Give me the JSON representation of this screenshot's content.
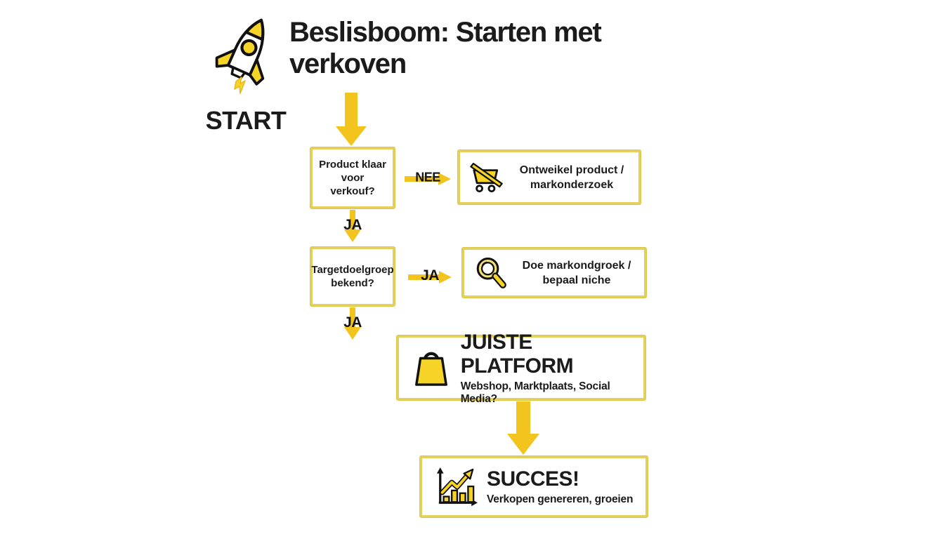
{
  "colors": {
    "background": "#ffffff",
    "accent_gold": "#f2c41d",
    "box_border": "#e4d05a",
    "icon_yellow": "#f5d327",
    "text_black": "#1b1b1b"
  },
  "header": {
    "title_line1": "Beslisboom: Starten met",
    "title_line2": "verkoven",
    "start_label": "START",
    "icon": "rocket-icon"
  },
  "flow": {
    "decision1": {
      "lines": [
        "Product klaar",
        "voor",
        "verkouf?"
      ]
    },
    "branch_nee": {
      "label": "NEE"
    },
    "action1": {
      "icon": "shopping-cart-icon",
      "lines": [
        "Ontweikel product /",
        "markonderzoek"
      ]
    },
    "branch_ja_down1": {
      "label": "JA"
    },
    "decision2": {
      "lines": [
        "Targetdoelgroep",
        "bekend?"
      ]
    },
    "branch_ja_right": {
      "label": "JA"
    },
    "action2": {
      "icon": "magnifying-glass-icon",
      "lines": [
        "Doe markondgroek /",
        "bepaal niche"
      ]
    },
    "branch_ja_down2": {
      "label": "JA"
    },
    "platform": {
      "icon": "shopping-bag-icon",
      "title": "JUISTE PLATFORM",
      "subtitle": "Webshop, Marktplaats, Social Media?"
    },
    "succes": {
      "icon": "growth-chart-icon",
      "title": "SUCCES!",
      "subtitle": "Verkopen genereren, groeien"
    }
  }
}
